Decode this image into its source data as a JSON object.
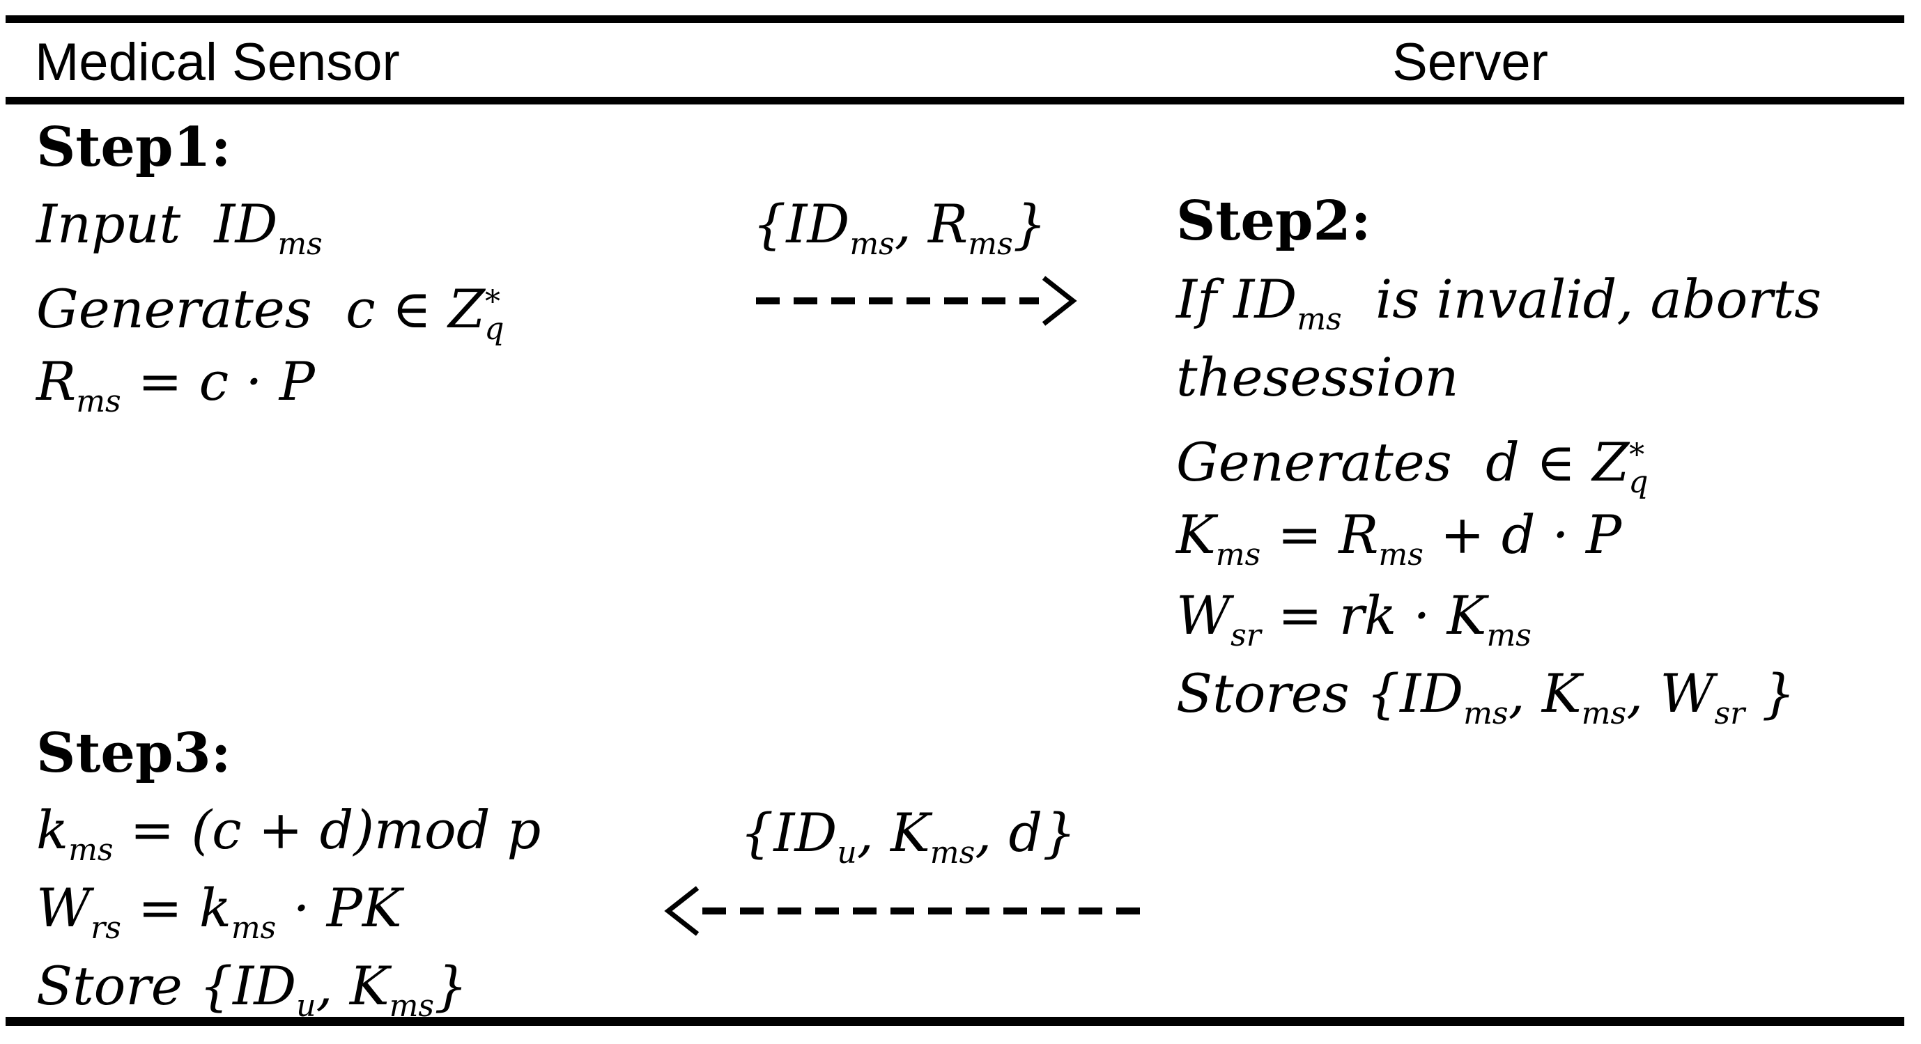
{
  "figure": {
    "header": {
      "left_party": "Medical Sensor",
      "right_party": "Server"
    },
    "sensor": {
      "step1_label": "Step1:",
      "step1_lines": [
        "Input  ID_{ms}",
        "Generates  c ∈ Z^{*}_{q}",
        "R_{ms} = c · P"
      ],
      "step3_label": "Step3:",
      "step3_lines": [
        "k_{ms} = (c + d)mod p",
        "W_{rs} = k_{ms} · PK",
        "Store {ID_{u}, K_{ms}}"
      ]
    },
    "server": {
      "step2_label": "Step2:",
      "step2_lines": [
        "If ID_{ms}  is invalid, aborts",
        "thesession",
        "Generates  d ∈ Z^{*}_{q}",
        "K_{ms} = R_{ms} + d · P",
        "W_{sr} = rk · K_{ms}",
        "Stores {ID_{ms}, K_{ms}, W_{sr} }"
      ]
    },
    "messages": [
      {
        "payload": "{ID_{ms}, R_{ms}}",
        "direction": "right"
      },
      {
        "payload": "{ID_{u}, K_{ms}, d}",
        "direction": "left"
      }
    ],
    "colors": {
      "ink": "#000000",
      "background": "#ffffff"
    }
  }
}
